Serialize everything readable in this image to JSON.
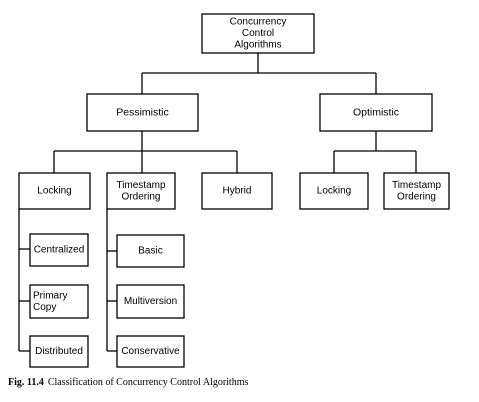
{
  "nodes": {
    "root": [
      "Concurrency",
      "Control",
      "Algorithms"
    ],
    "pessimistic": [
      "Pessimistic"
    ],
    "optimistic": [
      "Optimistic"
    ],
    "p_locking": [
      "Locking"
    ],
    "p_timestamp": [
      "Timestamp",
      "Ordering"
    ],
    "hybrid": [
      "Hybrid"
    ],
    "o_locking": [
      "Locking"
    ],
    "o_timestamp": [
      "Timestamp",
      "Ordering"
    ],
    "centralized": [
      "Centralized"
    ],
    "primary_copy": [
      "Primary",
      "Copy"
    ],
    "distributed": [
      "Distributed"
    ],
    "basic": [
      "Basic"
    ],
    "multiversion": [
      "Multiversion"
    ],
    "conservative": [
      "Conservative"
    ]
  },
  "caption": {
    "label": "Fig. 11.4",
    "text": "Classification of Concurrency Control Algorithms"
  }
}
